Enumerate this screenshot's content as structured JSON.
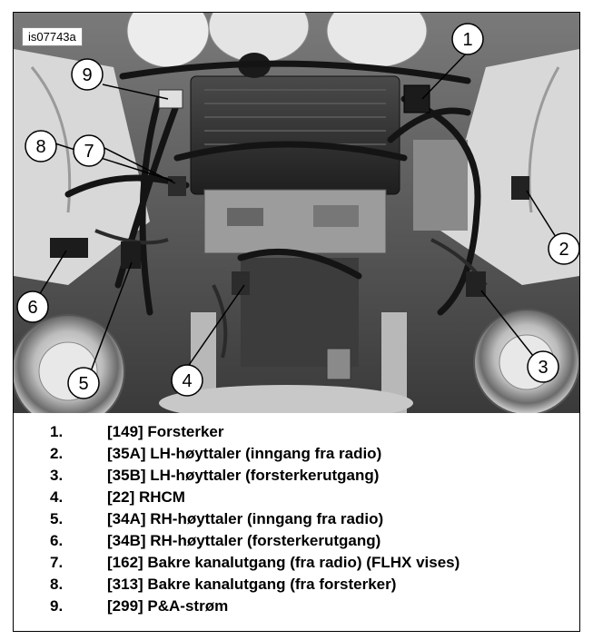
{
  "figure": {
    "id_label": "is07743a"
  },
  "callouts": [
    "1",
    "2",
    "3",
    "4",
    "5",
    "6",
    "7",
    "8",
    "9"
  ],
  "legend": [
    {
      "num": "1.",
      "text": "[149] Forsterker"
    },
    {
      "num": "2.",
      "text": "[35A] LH-høyttaler (inngang fra radio)"
    },
    {
      "num": "3.",
      "text": "[35B] LH-høyttaler (forsterkerutgang)"
    },
    {
      "num": "4.",
      "text": "[22] RHCM"
    },
    {
      "num": "5.",
      "text": "[34A] RH-høyttaler (inngang fra radio)"
    },
    {
      "num": "6.",
      "text": "[34B] RH-høyttaler (forsterkerutgang)"
    },
    {
      "num": "7.",
      "text": "[162] Bakre kanalutgang (fra radio) (FLHX vises)"
    },
    {
      "num": "8.",
      "text": "[313] Bakre kanalutgang (fra forsterker)"
    },
    {
      "num": "9.",
      "text": "[299] P&A-strøm"
    }
  ]
}
